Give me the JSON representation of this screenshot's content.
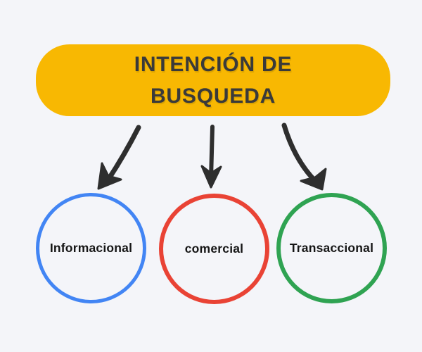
{
  "title": {
    "line1": "INTENCIÓN DE",
    "line2": "BUSQUEDA"
  },
  "nodes": [
    {
      "id": "informacional",
      "label": "Informacional",
      "color": "#4285F4"
    },
    {
      "id": "comercial",
      "label": "comercial",
      "color": "#E94335"
    },
    {
      "id": "transaccional",
      "label": "Transaccional",
      "color": "#2FA352"
    }
  ],
  "colors": {
    "background": "#F4F5F9",
    "title_background": "#F8B802",
    "title_text": "#3A3A3A",
    "node_text": "#151515",
    "arrow": "#2E2E2E"
  }
}
